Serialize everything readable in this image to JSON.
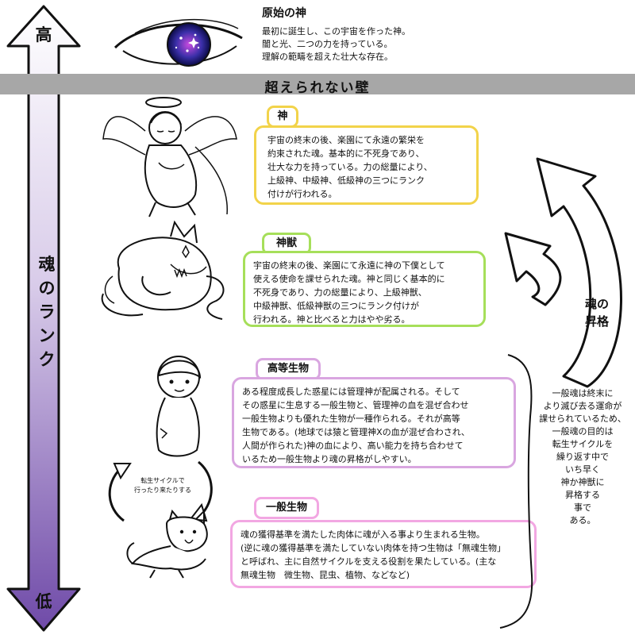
{
  "rank_axis": {
    "top_label": "高",
    "bottom_label": "低",
    "title_chars": [
      "魂",
      "の",
      "ラ",
      "ン",
      "ク"
    ]
  },
  "primordial": {
    "title": "原始の神",
    "lines": [
      "最初に誕生し、この宇宙を作った神。",
      "闇と光、二つの力を持っている。",
      "理解の範疇を超えた壮大な存在。"
    ]
  },
  "wall": {
    "text": "超えられない壁"
  },
  "god": {
    "label": "神",
    "lines": [
      "宇宙の終末の後、楽園にて永遠の繁栄を",
      "約束された魂。基本的に不死身であり、",
      "壮大な力を持っている。力の総量により、",
      "上級神、中級神、低級神の三つにランク",
      "付けが行われる。"
    ]
  },
  "divine_beast": {
    "label": "神獣",
    "lines": [
      "宇宙の終末の後、楽園にて永遠に神の下僕として",
      "使える使命を課せられた魂。神と同じく基本的に",
      "不死身であり、力の総量により、上級神獣、",
      "中級神獣、低級神獣の三つにランク付けが",
      "行われる。神と比べると力はやや劣る。"
    ]
  },
  "higher_being": {
    "label": "高等生物",
    "lines": [
      "ある程度成長した惑星には管理神が配属される。そして",
      "その惑星に生息する一般生物と、管理神の血を混ぜ合わせ",
      "一般生物よりも優れた生物が一種作られる。それが高等",
      "生物である。(地球では猿と管理神Xの血が混ぜ合わされ、",
      "人間が作られた)神の血により、高い能力を持ち合わせて",
      "いるため一般生物より魂の昇格がしやすい。"
    ]
  },
  "common_being": {
    "label": "一般生物",
    "lines": [
      "魂の獲得基準を満たした肉体に魂が入る事より生まれる生物。",
      "(逆に魂の獲得基準を満たしていない肉体を持つ生物は「無魂生物」",
      "と呼ばれ、主に自然サイクルを支える役割を果たしている。(主な",
      "無魂生物　微生物、昆虫、植物、などなど)"
    ]
  },
  "ascension": {
    "label_lines": [
      "魂の",
      "昇格"
    ]
  },
  "side_note": {
    "lines": [
      "一般魂は終末に",
      "より滅び去る運命が",
      "課せられているため、",
      "一般魂の目的は",
      "転生サイクルを",
      "繰り返す中で",
      "いち早く",
      "神か神獣に",
      "昇格する",
      "事で",
      "ある。"
    ]
  },
  "cycle_note": {
    "lines": [
      "転生サイクルで",
      "行ったり来たりする"
    ]
  },
  "colors": {
    "god": "#f2d34a",
    "divine_beast": "#a6df5a",
    "higher_being": "#d9a6e0",
    "common_being": "#f2a7e2",
    "wall": "#a7a7a7",
    "arrow_top": "#ffffff",
    "arrow_bottom": "#6f4aa8"
  }
}
